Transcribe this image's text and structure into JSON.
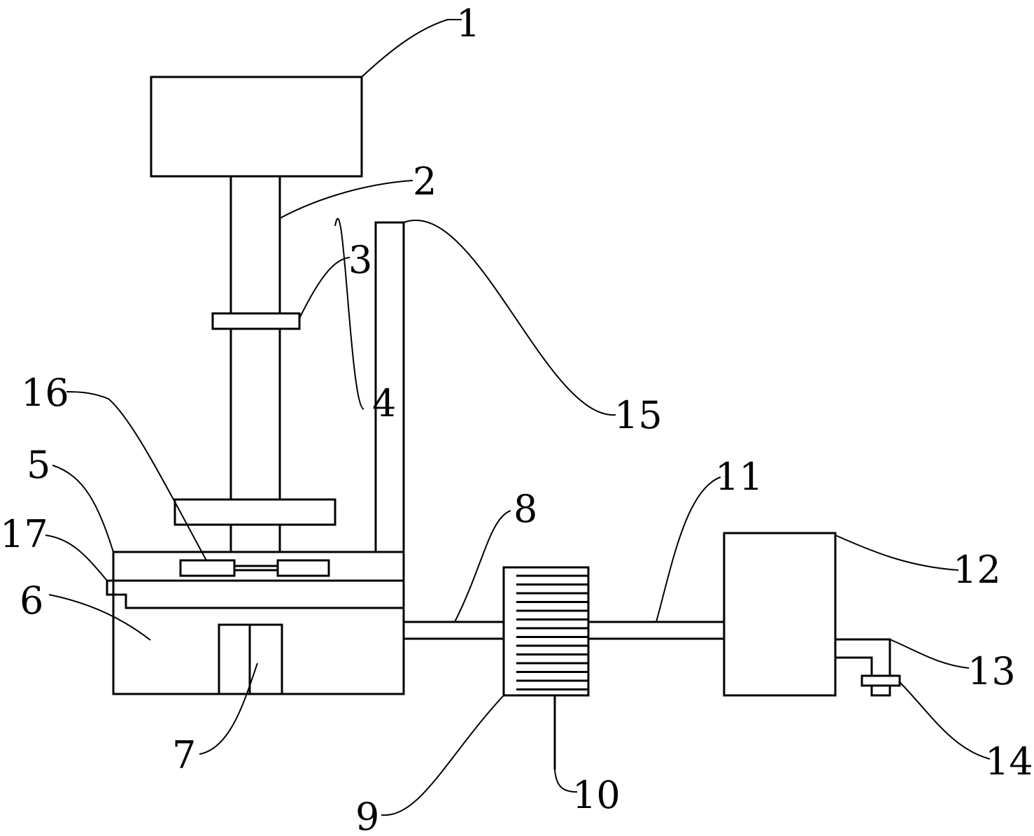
{
  "labels": {
    "p1": "1",
    "p2": "2",
    "p3": "3",
    "p4": "4",
    "p5": "5",
    "p6": "6",
    "p7": "7",
    "p8": "8",
    "p9": "9",
    "p10": "10",
    "p11": "11",
    "p12": "12",
    "p13": "13",
    "p14": "14",
    "p15": "15",
    "p16": "16",
    "p17": "17"
  }
}
